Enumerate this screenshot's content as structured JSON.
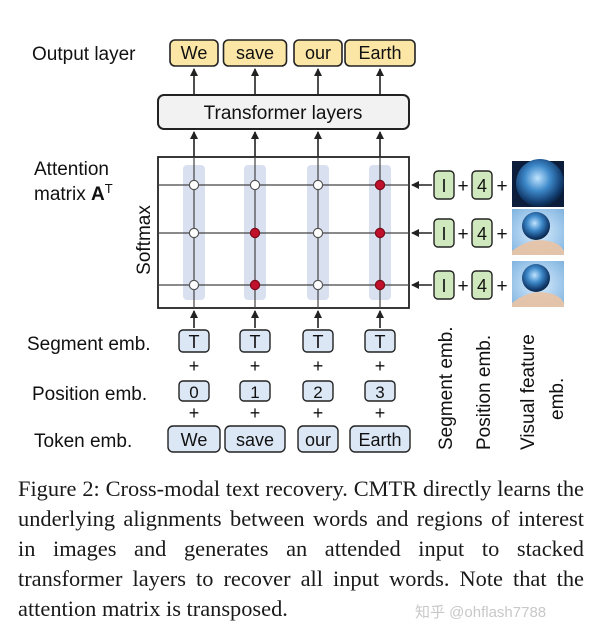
{
  "figure": {
    "output_layer_label": "Output layer",
    "output_tokens": [
      "We",
      "save",
      "our",
      "Earth"
    ],
    "transformer_label": "Transformer layers",
    "attention_label_line1": "Attention",
    "attention_label_line2": "matrix ",
    "attention_label_bold": "A",
    "attention_label_sup": "T",
    "softmax_label": "Softmax",
    "segment_label": "Segment emb.",
    "segment_tokens": [
      "T",
      "T",
      "T",
      "T"
    ],
    "position_label": "Position emb.",
    "position_tokens": [
      "0",
      "1",
      "2",
      "3"
    ],
    "token_label": "Token emb.",
    "input_tokens": [
      "We",
      "save",
      "our",
      "Earth"
    ],
    "plus_sign": "+",
    "visual_segment_token": "I",
    "visual_position_token": "4",
    "visual_image_names": [
      "earth-image",
      "hands-holding-earth-image",
      "hands-holding-earth-image"
    ],
    "vertical_segment_label": "Segment emb.",
    "vertical_position_label": "Position emb.",
    "vertical_visual_label_line1": "Visual feature",
    "vertical_visual_label_line2": "emb.",
    "attention_highlight": [
      [
        false,
        false,
        false,
        true
      ],
      [
        false,
        true,
        false,
        true
      ],
      [
        false,
        true,
        false,
        true
      ]
    ]
  },
  "caption": "Figure 2: Cross-modal text recovery. CMTR directly learns the underlying alignments between words and regions of interest in images and generates an attended input to stacked transformer layers to recover all input words. Note that the attention matrix is transposed.",
  "watermark": "知乎 @ohflash7788",
  "colors": {
    "output_fill": "#fbe6a6",
    "token_fill": "#dbe7f5",
    "transformer_fill": "#f2f2f2",
    "column_band": "#d2dcef",
    "visual_token_fill": "#cfe8bd",
    "active_dot": "#c0102b",
    "inactive_dot": "#ffffff",
    "stroke": "#222222"
  }
}
